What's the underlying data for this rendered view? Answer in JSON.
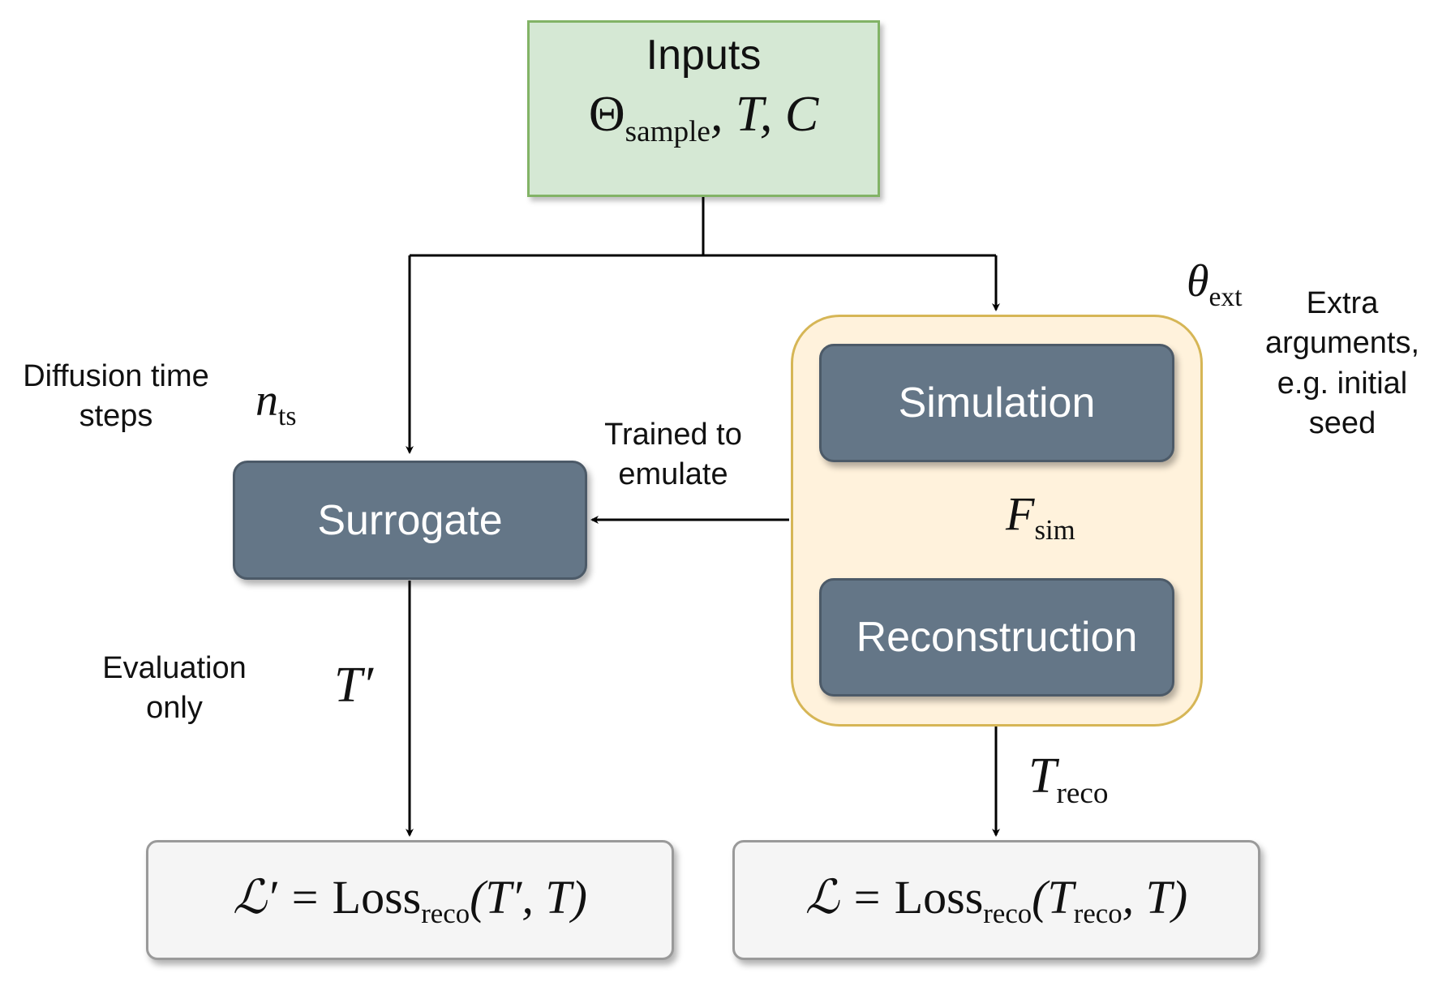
{
  "inputs": {
    "title": "Inputs",
    "theta": "Θ",
    "theta_sub": "sample",
    "rest": ", T, C"
  },
  "surrogate": {
    "label": "Surrogate"
  },
  "simulation": {
    "label": "Simulation"
  },
  "reconstruction": {
    "label": "Reconstruction"
  },
  "notes": {
    "diffusion_line1": "Diffusion time",
    "diffusion_line2": "steps",
    "trained_line1": "Trained to",
    "trained_line2": "emulate",
    "extra_line1": "Extra",
    "extra_line2": "arguments,",
    "extra_line3": "e.g. initial",
    "extra_line4": "seed",
    "eval_line1": "Evaluation",
    "eval_line2": "only"
  },
  "symbols": {
    "n": "n",
    "n_sub": "ts",
    "theta_ext": "θ",
    "theta_ext_sub": "ext",
    "f": "F",
    "f_sub": "sim",
    "t_prime": "T′",
    "t_reco": "T",
    "t_reco_sub": "reco"
  },
  "losses": {
    "left_lhs": "ℒ′ = ",
    "left_loss": "Loss",
    "left_sub": "reco",
    "left_args": "(T′, T)",
    "right_lhs": "ℒ = ",
    "right_loss": "Loss",
    "right_sub": "reco",
    "right_args_open": "(T",
    "right_args_sub": "reco",
    "right_args_close": ", T)"
  },
  "colors": {
    "inputs_fill": "#d5e8d4",
    "inputs_border": "#82b366",
    "group_fill": "#fff2dc",
    "group_border": "#d6b656",
    "process_fill": "#647687",
    "loss_fill": "#f5f5f5"
  }
}
